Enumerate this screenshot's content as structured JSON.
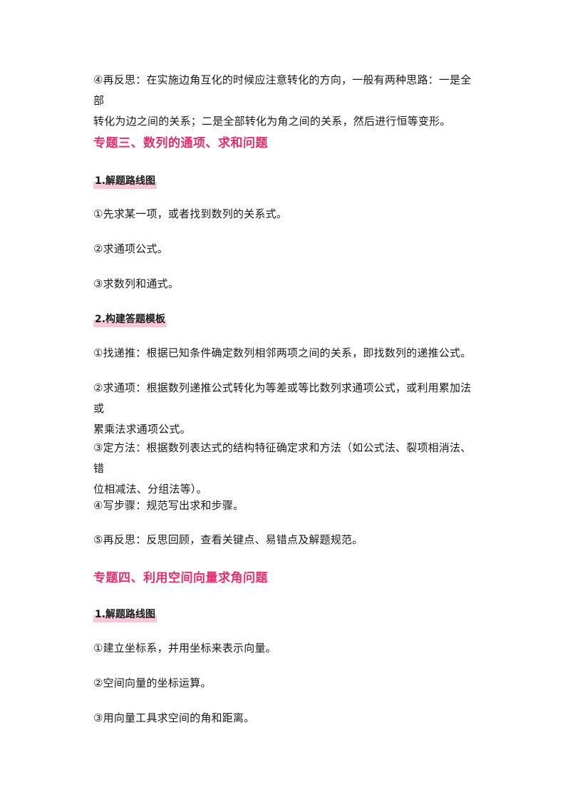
{
  "intro": {
    "line1": "④再反思：在实施边角互化的时候应注意转化的方向，一般有两种思路：一是全部",
    "line2": "转化为边之间的关系；二是全部转化为角之间的关系，然后进行恒等变形。"
  },
  "section3": {
    "title": "专题三、数列的通项、求和问题",
    "route": {
      "heading": "1.解题路线图",
      "items": [
        "①先求某一项，或者找到数列的关系式。",
        "②求通项公式。",
        "③求数列和通式。"
      ]
    },
    "template": {
      "heading": "2.构建答题模板",
      "item1": "①找递推：根据已知条件确定数列相邻两项之间的关系，即找数列的递推公式。",
      "item2_line1": "②求通项：根据数列递推公式转化为等差或等比数列求通项公式，或利用累加法或",
      "item2_line2": "累乘法求通项公式。",
      "item3_line1": "③定方法：根据数列表达式的结构特征确定求和方法（如公式法、裂项相消法、错",
      "item3_line2": "位相减法、分组法等）。",
      "item4": "④写步骤：规范写出求和步骤。",
      "item5": "⑤再反思：反思回顾，查看关键点、易错点及解题规范。"
    }
  },
  "section4": {
    "title": "专题四、利用空间向量求角问题",
    "route": {
      "heading": "1.解题路线图",
      "items": [
        "①建立坐标系，并用坐标来表示向量。",
        "②空间向量的坐标运算。",
        "③用向量工具求空间的角和距离。"
      ]
    }
  },
  "colors": {
    "section_title": "#e0306e",
    "heading_highlight": "#f8c8d8"
  }
}
